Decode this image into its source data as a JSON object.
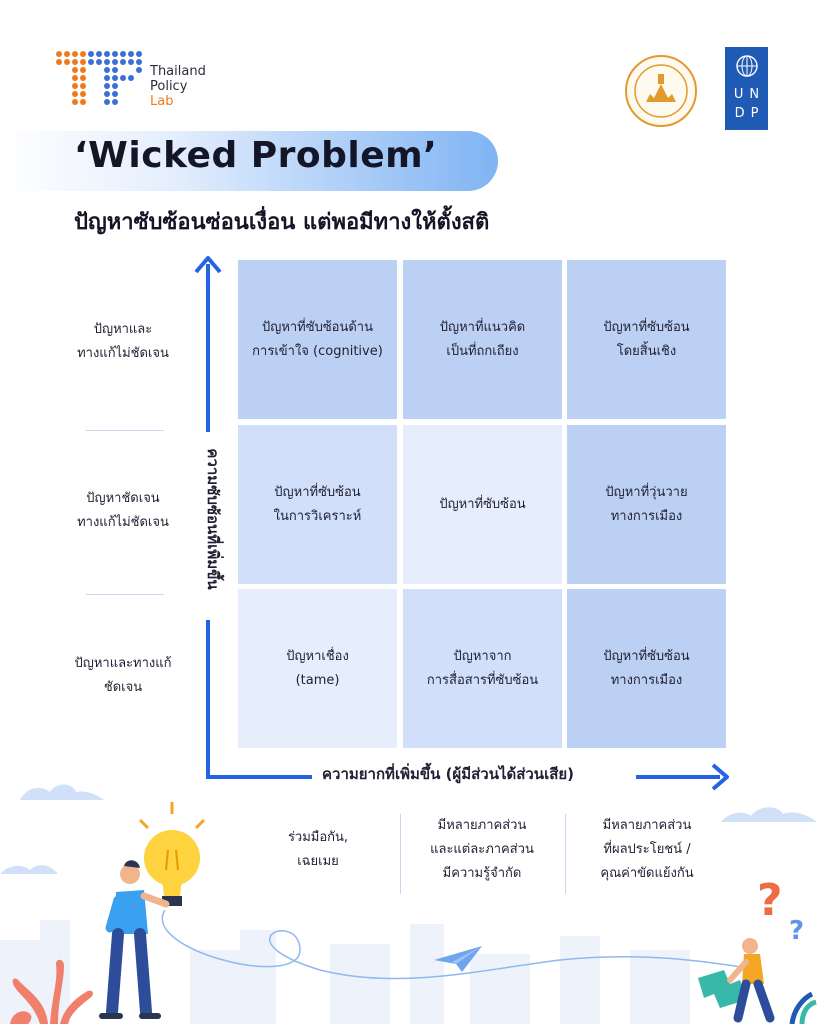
{
  "logos": {
    "tpl_line1": "Thailand",
    "tpl_line2": "Policy",
    "tpl_line3": "Lab",
    "undp_letters": [
      "U",
      "N",
      "D",
      "P"
    ]
  },
  "title": "‘Wicked Problem’",
  "subtitle": "ปัญหาซับซ้อนซ่อนเงื่อน แต่พอมีทางให้ตั้งสติ",
  "y_axis_label": "ความซับซ้อนที่เพิ่มขึ้น",
  "x_axis_label": "ความยากที่เพิ่มขึ้น (ผู้มีส่วนได้ส่วนเสีย)",
  "row_labels": [
    {
      "line1": "ปัญหาและ",
      "line2": "ทางแก้ไม่ชัดเจน"
    },
    {
      "line1": "ปัญหาชัดเจน",
      "line2": "ทางแก้ไม่ชัดเจน"
    },
    {
      "line1": "ปัญหาและทางแก้",
      "line2": "ชัดเจน"
    }
  ],
  "cells": [
    [
      {
        "line1": "ปัญหาที่ซับซ้อนด้าน",
        "line2": "การเข้าใจ (cognitive)"
      },
      {
        "line1": "ปัญหาที่แนวคิด",
        "line2": "เป็นที่ถกเถียง"
      },
      {
        "line1": "ปัญหาที่ซับซ้อน",
        "line2": "โดยสิ้นเชิง"
      }
    ],
    [
      {
        "line1": "ปัญหาที่ซับซ้อน",
        "line2": "ในการวิเคราะห์"
      },
      {
        "line1": "ปัญหาที่ซับซ้อน",
        "line2": ""
      },
      {
        "line1": "ปัญหาที่วุ่นวาย",
        "line2": "ทางการเมือง"
      }
    ],
    [
      {
        "line1": "ปัญหาเชื่อง",
        "line2": "(tame)"
      },
      {
        "line1": "ปัญหาจาก",
        "line2": "การสื่อสารที่ซับซ้อน"
      },
      {
        "line1": "ปัญหาที่ซับซ้อน",
        "line2": "ทางการเมือง"
      }
    ]
  ],
  "bottom_labels": [
    {
      "line1": "ร่วมมือกัน,",
      "line2": "เฉยเมย",
      "line3": ""
    },
    {
      "line1": "มีหลายภาคส่วน",
      "line2": "และแต่ละภาคส่วน",
      "line3": "มีความรู้จำกัด"
    },
    {
      "line1": "มีหลายภาคส่วน",
      "line2": "ที่ผลประโยชน์ /",
      "line3": "คุณค่าขัดแย้งกัน"
    }
  ],
  "colors": {
    "axis": "#2563e6",
    "cell_dark": "#bcd0f4",
    "cell_mid": "#d1dffa",
    "cell_light": "#e6eefc",
    "accent_orange": "#f07a1e"
  }
}
